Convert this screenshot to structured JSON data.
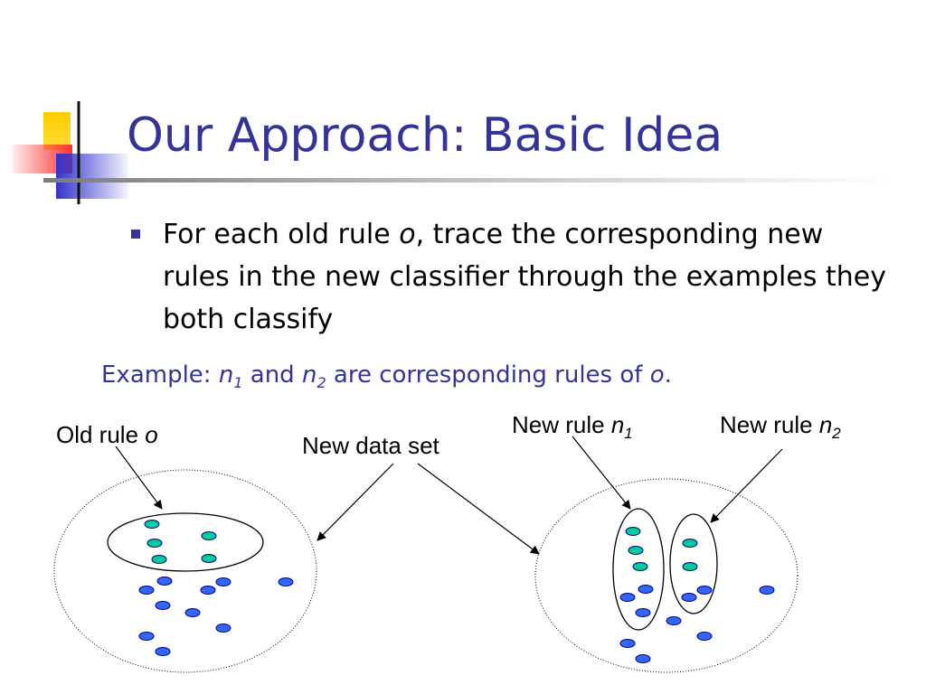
{
  "slide": {
    "title": "Our Approach: Basic Idea",
    "bullet": {
      "text_before": "For each old rule ",
      "rule_var": "o",
      "text_after": ", trace the corresponding new rules in the new classifier through the examples they both classify"
    },
    "example": {
      "prefix": "Example: ",
      "rule_n1": "n",
      "rule_n1_sub": "1",
      "mid": " and ",
      "rule_n2": "n",
      "rule_n2_sub": "2",
      "suffix": " are corresponding rules of ",
      "rule_o": "o",
      "end": "."
    }
  },
  "diagram": {
    "labels": {
      "old_rule": "Old rule ",
      "old_rule_var": "o",
      "new_data_set": "New data set",
      "new_rule_1": "New rule ",
      "new_rule_1_var": "n",
      "new_rule_1_sub": "1",
      "new_rule_2": "New rule ",
      "new_rule_2_var": "n",
      "new_rule_2_sub": "2"
    },
    "colors": {
      "title": "#333399",
      "green_point": "#00cc99",
      "blue_point": "#3366ff",
      "point_outline": "#000080"
    }
  }
}
